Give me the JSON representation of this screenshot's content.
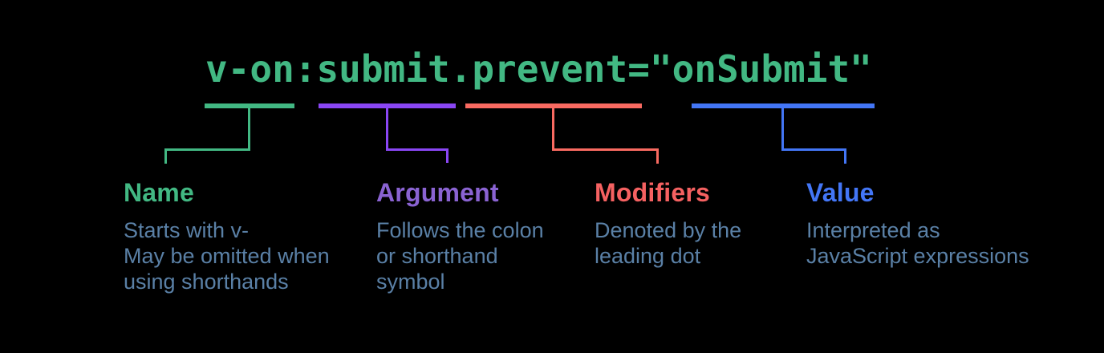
{
  "background": "#000000",
  "description_color": "#5a80a6",
  "code": {
    "text": "v-on:submit.prevent=\"onSubmit\"",
    "color": "#42b883"
  },
  "groups": {
    "name": {
      "part": "v-on",
      "label": "Name",
      "description": "Starts with v-\nMay be omitted when\nusing shorthands",
      "bar_color": "#42b883",
      "label_color": "#42b883"
    },
    "argument": {
      "part": "submit",
      "label": "Argument",
      "description": "Follows the colon\nor shorthand\nsymbol",
      "bar_color": "#8a46f4",
      "label_color": "#8a63d2"
    },
    "modifiers": {
      "part": ".prevent",
      "label": "Modifiers",
      "description": "Denoted by the\nleading dot",
      "bar_color": "#f96a61",
      "label_color": "#f56161"
    },
    "value": {
      "part": "onSubmit",
      "label": "Value",
      "description": "Interpreted as\nJavaScript expressions",
      "bar_color": "#4376f6",
      "label_color": "#4376f6"
    }
  }
}
